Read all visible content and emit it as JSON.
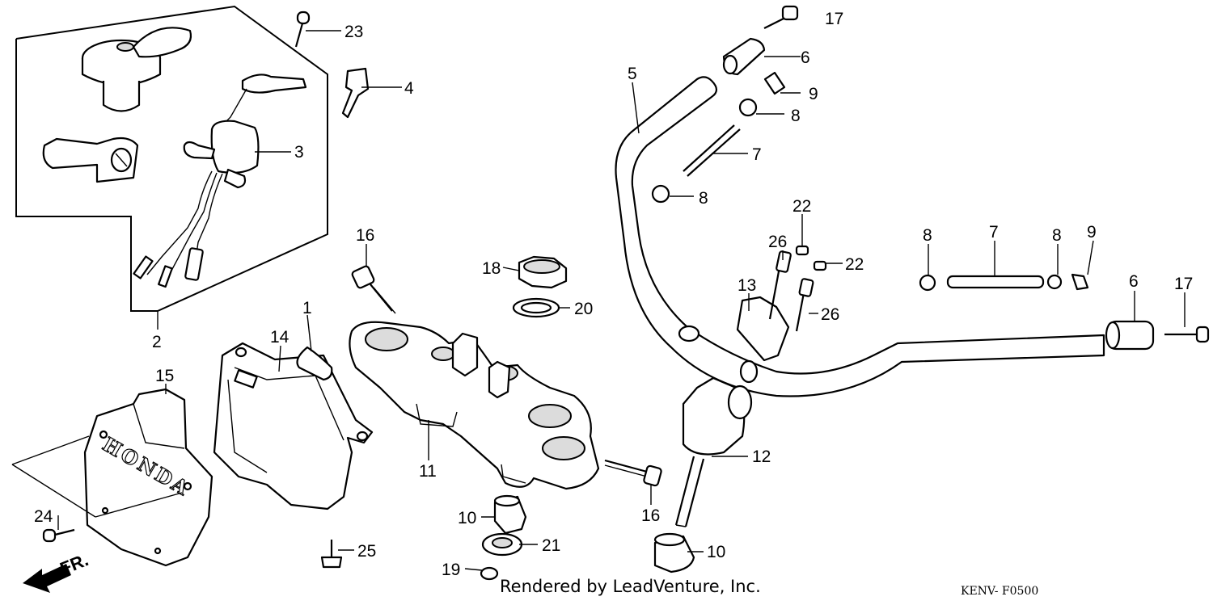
{
  "credit": "Rendered by LeadVenture, Inc.",
  "diagram_code": "KENV- F0500",
  "direction_label": "FR.",
  "emblem_text": "HONDA",
  "callouts": {
    "c1": "1",
    "c2": "2",
    "c3": "3",
    "c4": "4",
    "c5": "5",
    "c6a": "6",
    "c6b": "6",
    "c7a": "7",
    "c7b": "7",
    "c8a": "8",
    "c8b": "8",
    "c8c": "8",
    "c8d": "8",
    "c9a": "9",
    "c9b": "9",
    "c10a": "10",
    "c10b": "10",
    "c11": "11",
    "c12": "12",
    "c13": "13",
    "c14": "14",
    "c15": "15",
    "c16a": "16",
    "c16b": "16",
    "c17a": "17",
    "c17b": "17",
    "c18": "18",
    "c19": "19",
    "c20": "20",
    "c21": "21",
    "c22a": "22",
    "c22b": "22",
    "c23": "23",
    "c24": "24",
    "c25": "25",
    "c26a": "26",
    "c26b": "26"
  }
}
